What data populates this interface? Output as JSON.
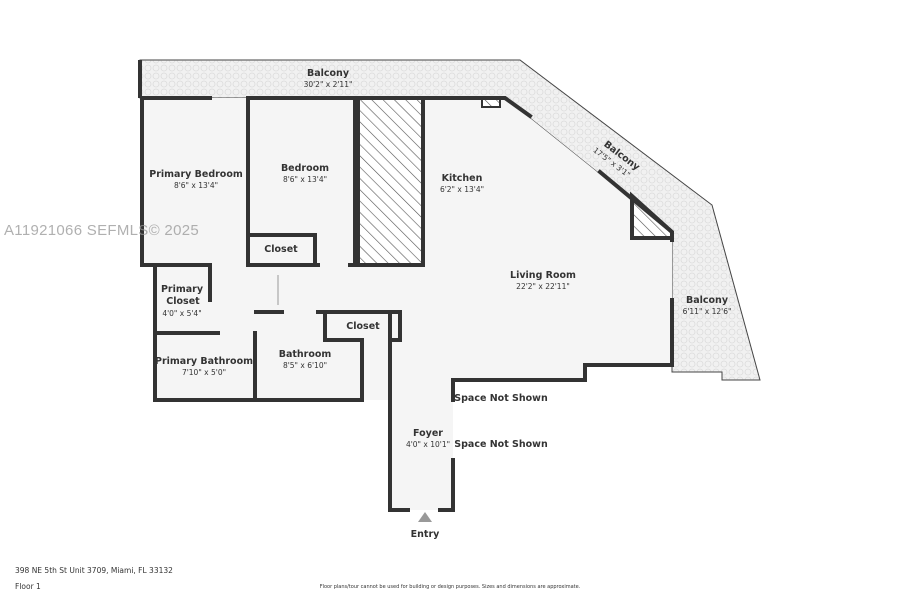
{
  "rooms": {
    "balcony_top": {
      "name": "Balcony",
      "dims": "30'2\" x 2'11\""
    },
    "balcony_diag": {
      "name": "Balcony",
      "dims": "17'5\" x 3'1\""
    },
    "balcony_right": {
      "name": "Balcony",
      "dims": "6'11\" x 12'6\""
    },
    "primary_bedroom": {
      "name": "Primary Bedroom",
      "dims": "8'6\" x 13'4\""
    },
    "bedroom": {
      "name": "Bedroom",
      "dims": "8'6\" x 13'4\""
    },
    "kitchen": {
      "name": "Kitchen",
      "dims": "6'2\" x 13'4\""
    },
    "living_room": {
      "name": "Living Room",
      "dims": "22'2\" x 22'11\""
    },
    "closet_bedroom": {
      "name": "Closet"
    },
    "primary_closet": {
      "name1": "Primary",
      "name2": "Closet",
      "dims": "4'0\" x 5'4\""
    },
    "primary_bathroom": {
      "name": "Primary Bathroom",
      "dims": "7'10\" x 5'0\""
    },
    "bathroom": {
      "name": "Bathroom",
      "dims": "8'5\" x 6'10\""
    },
    "closet_hall": {
      "name": "Closet"
    },
    "foyer": {
      "name": "Foyer",
      "dims": "4'0\" x 10'1\""
    },
    "space_not_shown_1": {
      "name": "Space Not Shown"
    },
    "space_not_shown_2": {
      "name": "Space Not Shown"
    },
    "entry": {
      "name": "Entry"
    }
  },
  "footer": {
    "address": "398 NE 5th St Unit 3709, Miami, FL 33132",
    "floor": "Floor 1",
    "disclaimer": "Floor plans/tour cannot be used for building or design purposes. Sizes and dimensions are approximate."
  },
  "watermark": "A11921066  SEFMLS© 2025",
  "colors": {
    "wall": "#333333",
    "floor": "#f4f4f4",
    "balcony": "#ececec"
  }
}
